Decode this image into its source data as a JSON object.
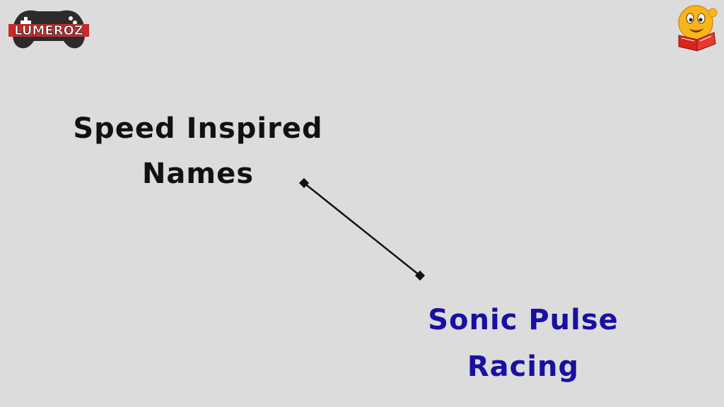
{
  "brand": {
    "logo_text": "LUMEROZ",
    "logo_icon": "gamepad-icon"
  },
  "mascot": {
    "icon": "reading-emoji-icon"
  },
  "heading": {
    "line1": "Speed Inspired",
    "line2": "Names"
  },
  "answer": {
    "line1": "Sonic Pulse",
    "line2": "Racing",
    "color": "#1a0fa3"
  },
  "colors": {
    "background": "#dcdcdc",
    "heading_text": "#111111",
    "connector": "#111111"
  }
}
